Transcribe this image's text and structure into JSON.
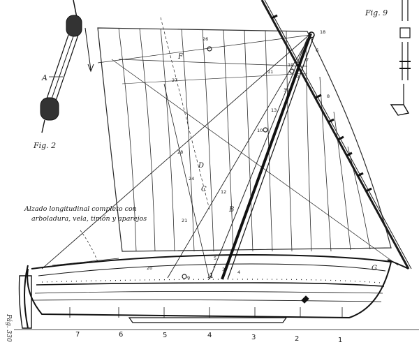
{
  "figure_labels": {
    "fig2": "Fig. 2",
    "fig9": "Fig. 9"
  },
  "caption": {
    "line1": "Alzado longitudinal completo con",
    "line2": "arboladura, vela, timón y aparejos"
  },
  "page_marker": "Pág. 330",
  "letters": {
    "A_block": "A",
    "A_mast": "A",
    "B": "B",
    "C": "C",
    "D": "D",
    "F": "F",
    "G": "G"
  },
  "station_numbers": [
    "7",
    "6",
    "5",
    "4",
    "3",
    "2",
    "1"
  ],
  "part_numbers": {
    "n26": "26",
    "n27": "27",
    "n28": "28",
    "n11": "11",
    "n12": "12",
    "n13": "13",
    "n10": "10",
    "n31": "31",
    "n30": "30",
    "n19": "19",
    "n21": "21",
    "n20": "20",
    "n9": "9",
    "n8": "8",
    "n7": "7",
    "n6": "6",
    "n5": "5",
    "n4": "4",
    "n3": "3",
    "n2": "2",
    "n18": "18",
    "n24": "24"
  }
}
